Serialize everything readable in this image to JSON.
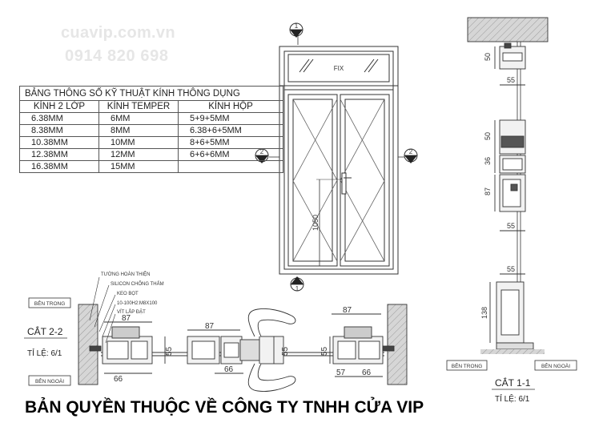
{
  "watermark": {
    "url": "cuavip.com.vn",
    "phone": "0914 820 698"
  },
  "spec_table": {
    "title": "BẢNG THÔNG SỐ KỸ THUẬT KÍNH  THÔNG DỤNG",
    "headers": [
      "KÍNH 2 LỚP",
      "KÍNH TEMPER",
      "KÍNH HỘP"
    ],
    "rows": [
      [
        "6.38MM",
        "6MM",
        "5+9+5MM"
      ],
      [
        "8.38MM",
        "8MM",
        "6.38+6+5MM"
      ],
      [
        "10.38MM",
        "10MM",
        "8+6+5MM"
      ],
      [
        "12.38MM",
        "12MM",
        "6+6+6MM"
      ],
      [
        "16.38MM",
        "15MM",
        ""
      ]
    ]
  },
  "elevation": {
    "fix_label": "FIX",
    "height_dim": "1050",
    "section_markers": [
      "1",
      "2",
      "2",
      "1"
    ]
  },
  "section_2_2": {
    "title": "CẮT 2-2",
    "scale": "TỈ LỆ: 6/1",
    "inside_label": "BÊN TRONG",
    "outside_label": "BÊN NGOÀI",
    "callouts": [
      "TƯỜNG HOÀN THIỆN",
      "SILICON CHỐNG THẤM",
      "KEO BỌT",
      "10-100H2:M8X100",
      "VÍT LẮP ĐẶT"
    ],
    "dims": [
      "87",
      "55",
      "66",
      "87",
      "66",
      "55",
      "87",
      "55",
      "57",
      "66"
    ]
  },
  "section_1_1": {
    "title": "CẮT 1-1",
    "scale": "TỈ LỆ: 6/1",
    "inside_label": "BÊN TRONG",
    "outside_label": "BÊN NGOÀI",
    "dims": [
      "50",
      "55",
      "50",
      "36",
      "87",
      "55",
      "55",
      "138"
    ]
  },
  "copyright": "BẢN QUYỀN THUỘC VỀ CÔNG TY TNHH CỬA VIP"
}
